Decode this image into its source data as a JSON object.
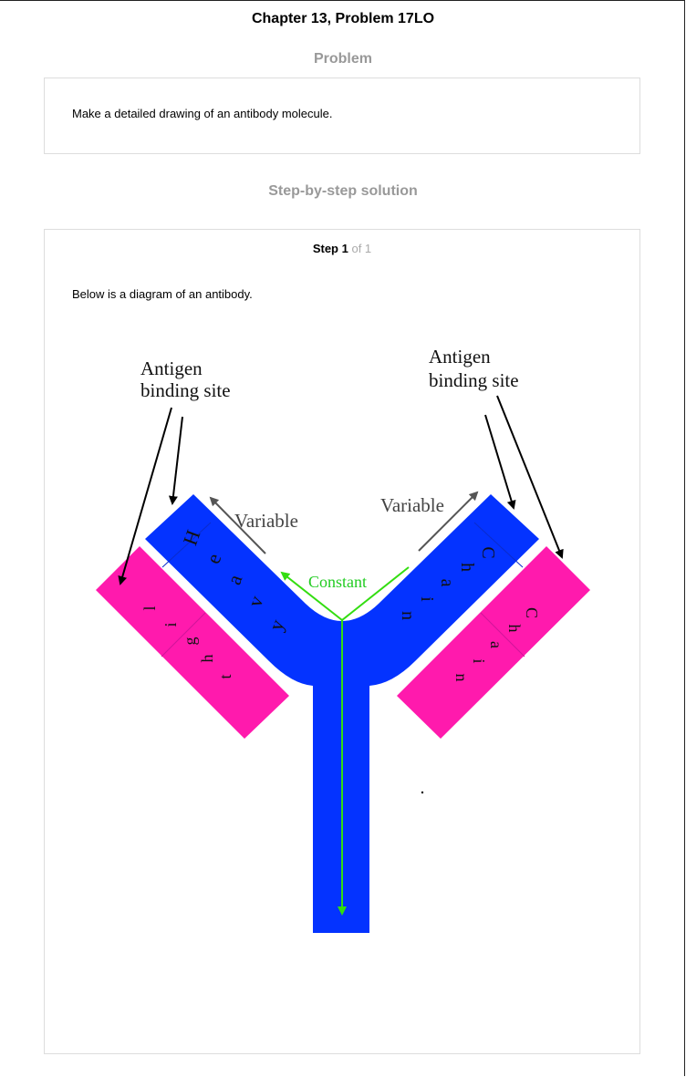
{
  "header": {
    "title": "Chapter 13, Problem 17LO"
  },
  "problem": {
    "heading": "Problem",
    "text": "Make a detailed drawing of an antibody molecule."
  },
  "solution": {
    "heading": "Step-by-step solution",
    "step_word": "Step 1",
    "step_of": "of 1",
    "intro": "Below is a diagram of an antibody."
  },
  "diagram": {
    "label_antigen_left_1": "Antigen",
    "label_antigen_left_2": "binding site",
    "label_antigen_right_1": "Antigen",
    "label_antigen_right_2": "binding site",
    "label_variable_left": "Variable",
    "label_variable_right": "Variable",
    "label_constant": "Constant",
    "heavy_letters": [
      "H",
      "e",
      "a",
      "v",
      "y"
    ],
    "chain_right_letters": [
      "C",
      "h",
      "a",
      "i",
      "n"
    ],
    "light_letters": [
      "l",
      "i",
      "g",
      "h",
      "t"
    ],
    "chain_light_right_letters": [
      "C",
      "h",
      "a",
      "i",
      "n"
    ],
    "colors": {
      "heavy_chain": "#0433ff",
      "light_chain": "#ff1aad",
      "constant_arrow": "#33dd11",
      "variable_arrow": "#555555",
      "label_gray": "#444444",
      "constant_label": "#22cc22"
    }
  }
}
